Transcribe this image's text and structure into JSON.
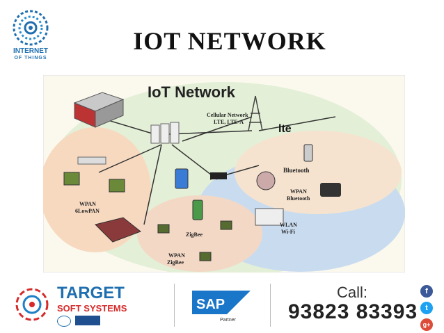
{
  "header": {
    "logo_line1": "INTERNET",
    "logo_line2": "OF THINGS",
    "title": "IOT NETWORK"
  },
  "diagram": {
    "title": "IoT Network",
    "cellular_label_1": "Cellular Network",
    "cellular_label_2": "LTE, LTE-A",
    "lte_logo": "lte",
    "wpan_6lowpan_1": "WPAN",
    "wpan_6lowpan_2": "6LowPAN",
    "wpan_bt_1": "WPAN",
    "wpan_bt_2": "Bluetooth",
    "bluetooth_logo": "Bluetooth",
    "wlan_1": "WLAN",
    "wlan_2": "Wi-Fi",
    "zigbee_logo": "ZigBee",
    "wpan_zigbee_1": "WPAN",
    "wpan_zigbee_2": "ZigBee"
  },
  "footer": {
    "brand_line1": "TARGET",
    "brand_line2": "SOFT SYSTEMS",
    "sap_logo": "SAP",
    "sap_partner": "Partner",
    "call_label": "Call:",
    "phone": "93823 83393",
    "social": [
      {
        "icon": "facebook-icon",
        "glyph": "f",
        "color": "#3b5998"
      },
      {
        "icon": "twitter-icon",
        "glyph": "t",
        "color": "#1da1f2"
      },
      {
        "icon": "google-plus-icon",
        "glyph": "g+",
        "color": "#dd4b39"
      }
    ]
  }
}
